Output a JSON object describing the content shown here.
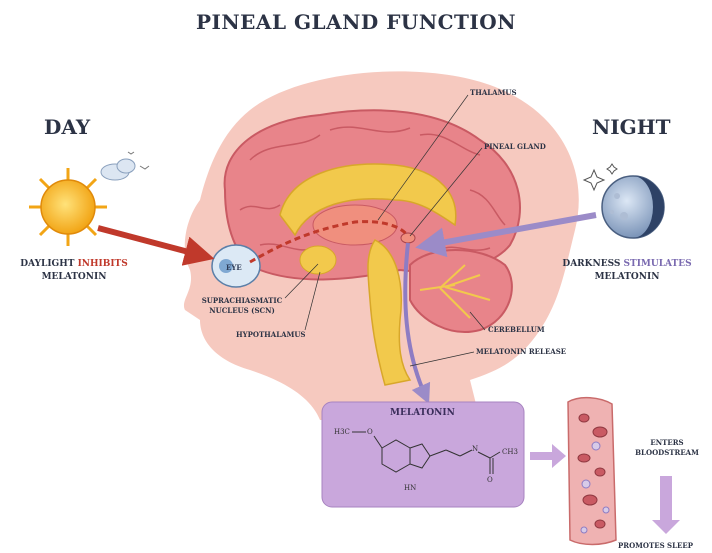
{
  "title": "PINEAL GLAND FUNCTION",
  "day": {
    "heading": "DAY",
    "caption_prefix": "DAYLIGHT",
    "caption_highlight": "INHIBITS",
    "caption_suffix": "MELATONIN"
  },
  "night": {
    "heading": "NIGHT",
    "caption_prefix": "DARKNESS",
    "caption_highlight": "STIMULATES",
    "caption_suffix": "MELATONIN"
  },
  "labels": {
    "thalamus": "THALAMUS",
    "pineal": "PINEAL GLAND",
    "eye": "EYE",
    "scn_line1": "SUPRACHIASMATIC",
    "scn_line2": "NUCLEUS (SCN)",
    "hypothalamus": "HYPOTHALAMUS",
    "cerebellum": "CEREBELLUM",
    "release": "MELATONIN RELEASE",
    "melatonin": "MELATONIN",
    "enters_line1": "ENTERS",
    "enters_line2": "BLOODSTREAM",
    "promotes": "PROMOTES SLEEP"
  },
  "molecule": {
    "ch3_left": "H3C",
    "oxygen": "O",
    "nh_top": "N",
    "ch3_right": "CH3",
    "carbonyl_o": "O",
    "hn_ring": "HN"
  },
  "colors": {
    "skin": "#f6c9bf",
    "brain": "#e8848a",
    "brain_dark": "#c95a63",
    "inner": "#f2c94c",
    "eye": "#a8c8e8",
    "melatonin_box": "#c9a7dc",
    "vessel": "#e8a0a0",
    "arrow_day": "#c0392b",
    "arrow_night": "#9b8bc8"
  }
}
